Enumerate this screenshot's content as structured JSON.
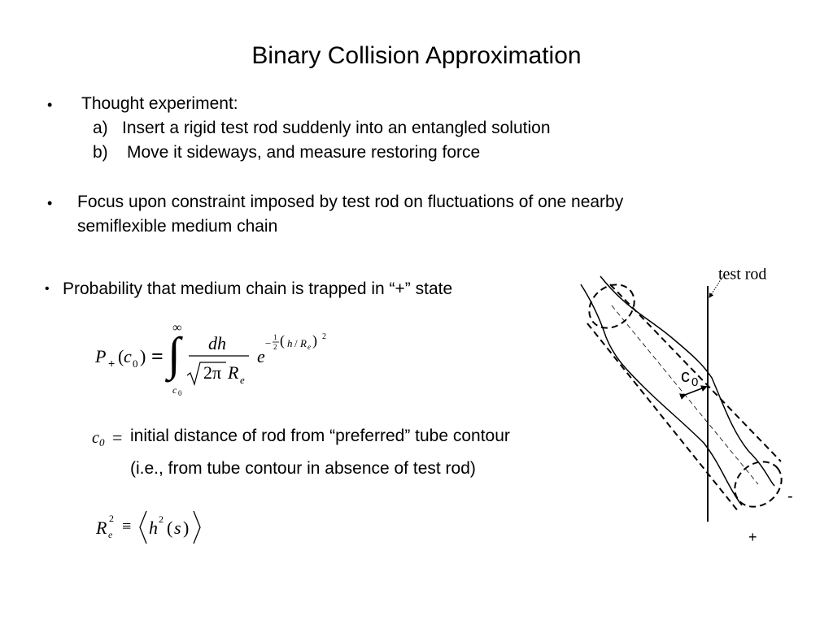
{
  "slide": {
    "title": "Binary Collision Approximation",
    "bullet_char": "•",
    "bullets": [
      {
        "text": "Thought experiment:",
        "subitems": [
          {
            "marker": "a)",
            "text": "Insert a rigid test rod suddenly into an entangled solution"
          },
          {
            "marker": "b)",
            "text": "Move it sideways, and measure restoring force"
          }
        ]
      },
      {
        "lines": [
          "Focus upon constraint imposed by test rod on fluctuations of one nearby",
          "semiflexible medium chain"
        ]
      },
      {
        "text": "Probability that medium chain is trapped in “+” state"
      }
    ],
    "definitions": {
      "c0_def_text": "initial distance of rod from “preferred” tube contour",
      "c0_def_cont": "(i.e., from tube contour in absence of test rod)"
    }
  },
  "equations": {
    "P": "P",
    "plus_sub": "+",
    "c": "c",
    "zero": "0",
    "equals": "=",
    "infinity": "∞",
    "integral": "∫",
    "dh": "dh",
    "two_pi": "2π",
    "R": "R",
    "e_sub": "e",
    "exp_base": "e",
    "minus": "−",
    "one": "1",
    "two": "2",
    "h_over": "h",
    "slash": "/",
    "sup2": "2",
    "equiv": "≡",
    "h": "h",
    "s": "s"
  },
  "diagram": {
    "label_test_rod": "test rod",
    "label_c0_c": "c",
    "label_c0_sub": "0",
    "label_minus": "-",
    "label_plus": "+"
  }
}
